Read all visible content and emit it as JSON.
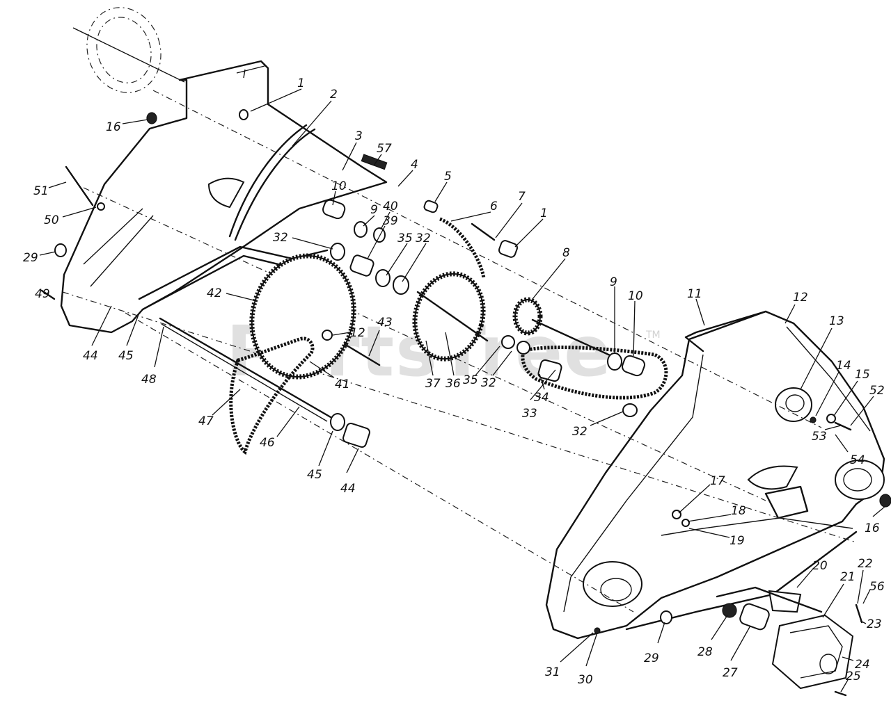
{
  "watermark": {
    "text": "PartsTree",
    "trademark": "TM"
  },
  "part_labels": [
    "1",
    "2",
    "3",
    "57",
    "4",
    "5",
    "6",
    "7",
    "1",
    "8",
    "16",
    "51",
    "50",
    "29",
    "49",
    "44",
    "45",
    "48",
    "10",
    "9",
    "40",
    "39",
    "32",
    "35",
    "32",
    "42",
    "12",
    "43",
    "41",
    "47",
    "46",
    "45",
    "44",
    "37",
    "36",
    "35",
    "32",
    "34",
    "33",
    "32",
    "9",
    "10",
    "11",
    "12",
    "13",
    "14",
    "15",
    "52",
    "53",
    "54",
    "16",
    "17",
    "18",
    "19",
    "20",
    "21",
    "22",
    "56",
    "23",
    "24",
    "25",
    "28",
    "27",
    "29",
    "30",
    "31"
  ]
}
